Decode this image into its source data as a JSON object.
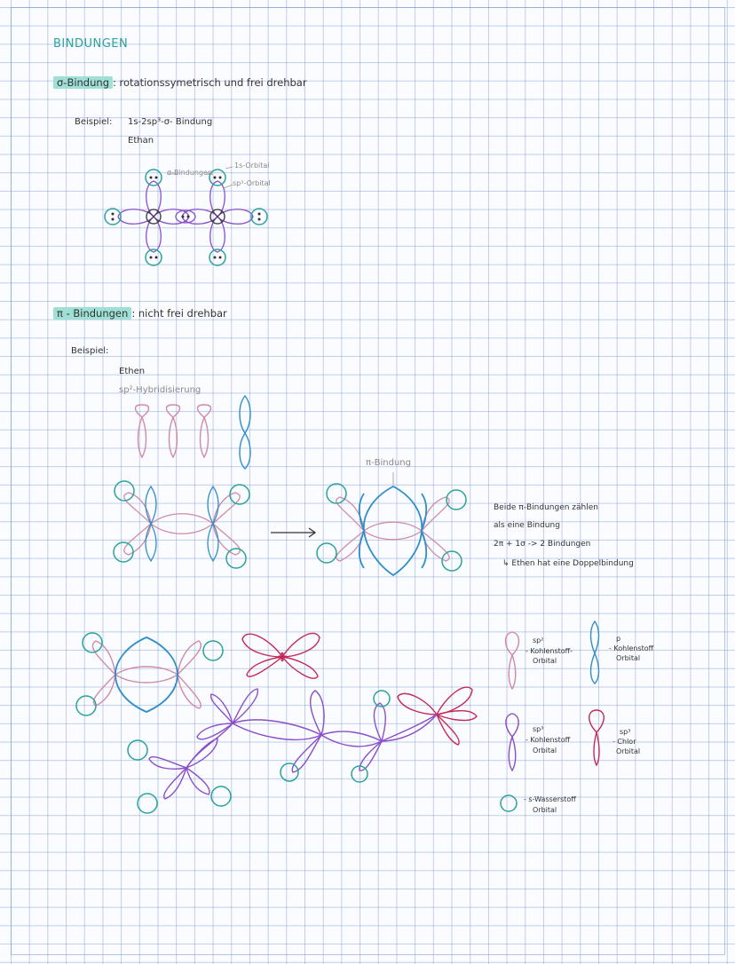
{
  "title": "BINDUNGEN",
  "sigma": {
    "label": "σ-Bindung",
    "colon": ":",
    "desc": "rotationssymetrisch und frei drehbar",
    "example_label": "Beispiel:",
    "example_text": "1s-2sp³-σ- Bindung",
    "molecule": "Ethan",
    "annot_bond": "σ-Bindungen",
    "annot_1s": "1s-Orbital",
    "annot_sp3": "sp³-Orbital"
  },
  "pi": {
    "label": "π - Bindungen",
    "desc": ": nicht frei drehbar",
    "example_label": "Beispiel:",
    "molecule": "Ethen",
    "hybrid": "sp²-Hybridisierung",
    "pi_bond_label": "π-Bindung",
    "note_1": "Beide π-Bindungen zählen",
    "note_2": "als eine Bindung",
    "note_3": "2π + 1σ -> 2 Bindungen",
    "note_4": "↳ Ethen hat eine Doppelbindung"
  },
  "legend": {
    "sp2_a": "sp²",
    "sp2_b": "- Kohlenstoff-",
    "sp2_c": "Orbital",
    "p_a": "p",
    "p_b": "- Kohlenstoff",
    "p_c": "Orbital",
    "sp3_a": "sp³",
    "sp3_b": "- Kohlenstoff",
    "sp3_c": "Orbital",
    "sp3cl_a": "sp³",
    "sp3cl_b": "- Chlor",
    "sp3cl_c": "Orbital",
    "s_a": "- s-Wasserstoff",
    "s_b": "Orbital"
  },
  "colors": {
    "teal": "#2aa39a",
    "purple": "#8a4fc9",
    "pink": "#d08aa8",
    "blue": "#2e8fc9",
    "crimson": "#c42a5a",
    "highlight": "#9fe0d6"
  }
}
